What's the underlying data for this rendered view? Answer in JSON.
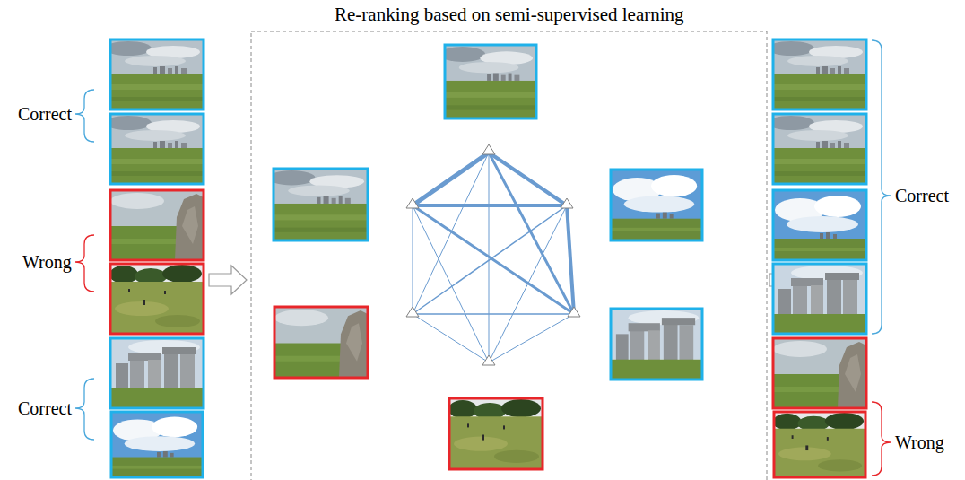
{
  "diagram": {
    "title": "Re-ranking based on semi-supervised learning",
    "labels": [
      "Correct",
      "Wrong",
      "Correct",
      "Correct",
      "Wrong"
    ]
  }
}
